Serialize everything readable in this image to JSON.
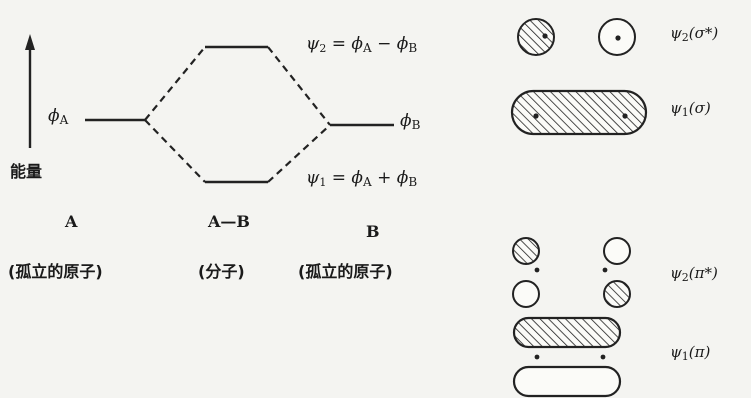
{
  "energy_axis_label": "能量",
  "level_phi_a": {
    "sym": "ϕ",
    "sub": "A"
  },
  "level_phi_b": {
    "sym": "ϕ",
    "sub": "B"
  },
  "psi2_equation": {
    "lhs": "ψ",
    "lhs_sub": "2",
    "eq": " = ",
    "t1": "ϕ",
    "t1_sub": "A",
    "op": " − ",
    "t2": "ϕ",
    "t2_sub": "B"
  },
  "psi1_equation": {
    "lhs": "ψ",
    "lhs_sub": "1",
    "eq": " = ",
    "t1": "ϕ",
    "t1_sub": "A",
    "op": " + ",
    "t2": "ϕ",
    "t2_sub": "B"
  },
  "columns": [
    {
      "letter": "A",
      "caption": "(孤立的原子)"
    },
    {
      "letter": "A—B",
      "caption": "(分子)"
    },
    {
      "letter": "B",
      "caption": "(孤立的原子)"
    }
  ],
  "orbitals": {
    "sigma_star": {
      "sym": "ψ",
      "sub": "2",
      "tail": "(σ*)"
    },
    "sigma": {
      "sym": "ψ",
      "sub": "1",
      "tail": "(σ)"
    },
    "pi_star": {
      "sym": "ψ",
      "sub": "2",
      "tail": "(π*)"
    },
    "pi": {
      "sym": "ψ",
      "sub": "1",
      "tail": "(π)"
    }
  }
}
